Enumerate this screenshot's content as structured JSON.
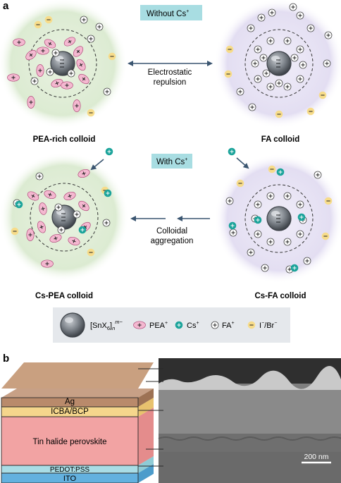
{
  "panel_a": {
    "label": "a",
    "without_cs": "Without Cs",
    "with_cs": "With Cs",
    "cs_sup": "+",
    "electrostatic_line1": "Electrostatic",
    "electrostatic_line2": "repulsion",
    "colloidal_line1": "Colloidal",
    "colloidal_line2": "aggregation",
    "colloids": {
      "pea_rich": "PEA-rich colloid",
      "fa": "FA colloid",
      "cs_pea": "Cs-PEA colloid",
      "cs_fa": "Cs-FA colloid"
    },
    "legend": {
      "snx": "[SnX",
      "snx_sub6": "6",
      "snx_close": "]",
      "snx_subn": "n",
      "snx_sup": "m−",
      "pea": "PEA",
      "cs": "Cs",
      "fa": "FA",
      "halide": "I",
      "halide_tail": "/Br",
      "plus": "+",
      "minus": "−"
    }
  },
  "panel_b": {
    "label": "b",
    "layers": {
      "ag": "Ag",
      "icba": "ICBA/BCP",
      "perovskite": "Tin halide perovskite",
      "pedot": "PEDOT:PSS",
      "ito": "ITO"
    },
    "scalebar": "200 nm"
  },
  "colors": {
    "pea_glow": "#dcebd2",
    "fa_glow": "#e4dff0",
    "pea_ion": "#f4b8d0",
    "cs_ion": "#1aa39a",
    "halide_ion": "#f7dc8a",
    "header_box": "#a8dde2",
    "legend_box": "#e5e8ec",
    "ag": "#b98a6b",
    "icba": "#f5d68c",
    "perovskite": "#f2a3a3",
    "pedot": "#a9dde6",
    "ito": "#63b1df"
  }
}
